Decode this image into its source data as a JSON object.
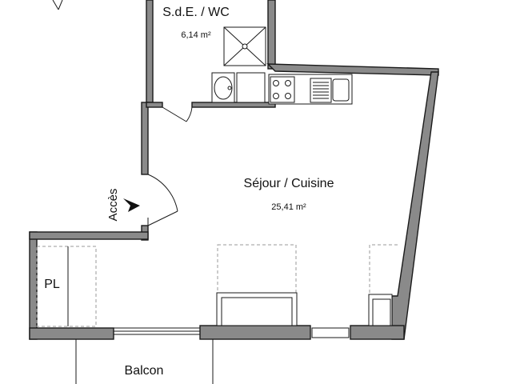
{
  "rooms": {
    "bathroom": {
      "name": "S.d.E. / WC",
      "area": "6,14 m²"
    },
    "living": {
      "name": "Séjour / Cuisine",
      "area": "25,41 m²"
    },
    "closet": {
      "name": "PL"
    },
    "balcony": {
      "name": "Balcon"
    }
  },
  "entrance": {
    "label": "Accès"
  }
}
